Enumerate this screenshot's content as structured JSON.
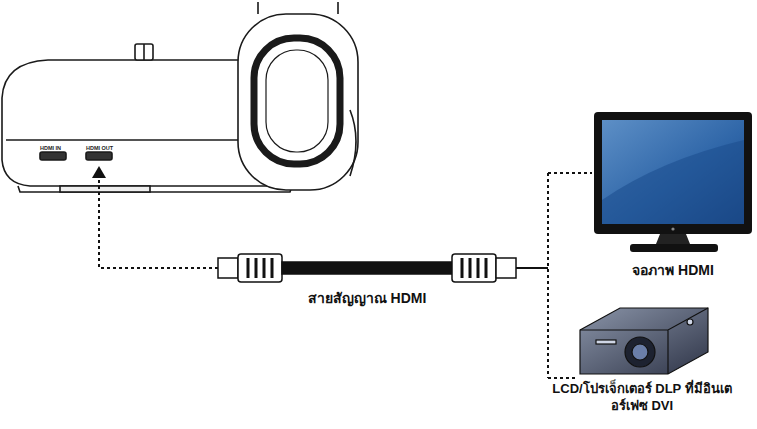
{
  "diagram": {
    "labels": [
      "HDMI IN",
      "HDMI OUT",
      "สายสัญญาณ HDMI",
      "จอภาพ HDMI",
      "LCD/โปรเจ็กเตอร์ DLP ที่มีอินเตอร์เฟซ DVI"
    ]
  }
}
